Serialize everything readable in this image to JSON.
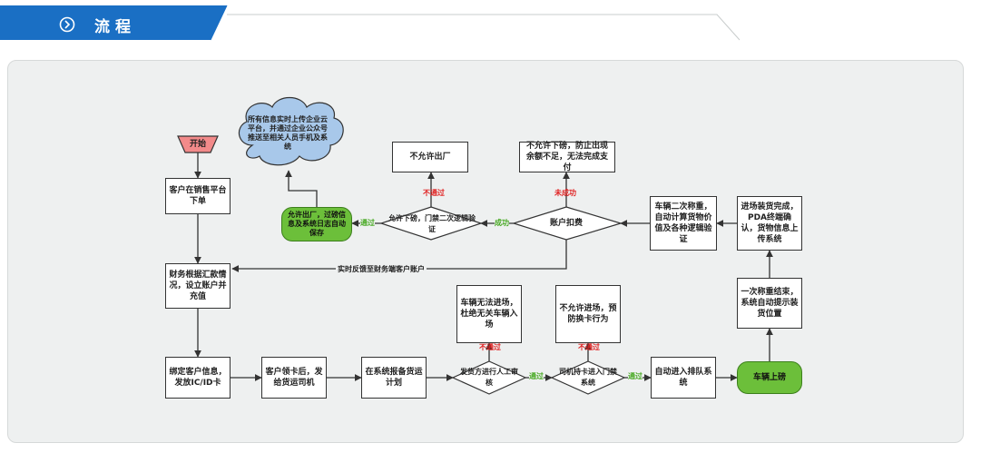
{
  "header": {
    "title": "流程"
  },
  "nodes": {
    "start": "开始",
    "order": "客户在销售平台下单",
    "finance": "财务根据汇款情况，设立账户并充值",
    "bind": "绑定客户信息，发放IC/ID卡",
    "card": "客户领卡后，发给货运司机",
    "plan": "在系统报备货运计划",
    "review": "发货方进行人工审核",
    "gate": "司机持卡进入门禁系统",
    "queue": "自动进入排队系统",
    "weigh_on": "车辆上磅",
    "first_weigh": "一次称重结束，系统自动提示装货位置",
    "loading": "进场装货完成，PDA终端确认，货物信息上传系统",
    "second_weigh": "车辆二次称重，自动计算货物价值及各种逻辑验证",
    "deduct": "账户扣费",
    "logic_check": "允许下磅，门禁二次逻辑验证",
    "allow_exit": "允许出厂，过磅信息及系统日志自动保存",
    "cloud": "所有信息实时上传企业云平台，并通过企业公众号推送至相关人员手机及系统",
    "no_exit": "不允许出厂",
    "no_leave": "不允许下磅，防止出现余额不足，无法完成支付",
    "no_enter": "车辆无法进场，杜绝无关车辆入场",
    "no_entry_gate": "不允许进场，预防换卡行为"
  },
  "edge_labels": {
    "fail": "不通过",
    "pass": "通过",
    "success": "成功",
    "not_success": "未成功",
    "feedback": "实时反馈至财务端客户账户"
  },
  "colors": {
    "header_blue": "#1a6fc4",
    "start_fill": "#f28a8a",
    "green_fill": "#6cbf3a",
    "cloud_fill": "#a8c8ea"
  }
}
